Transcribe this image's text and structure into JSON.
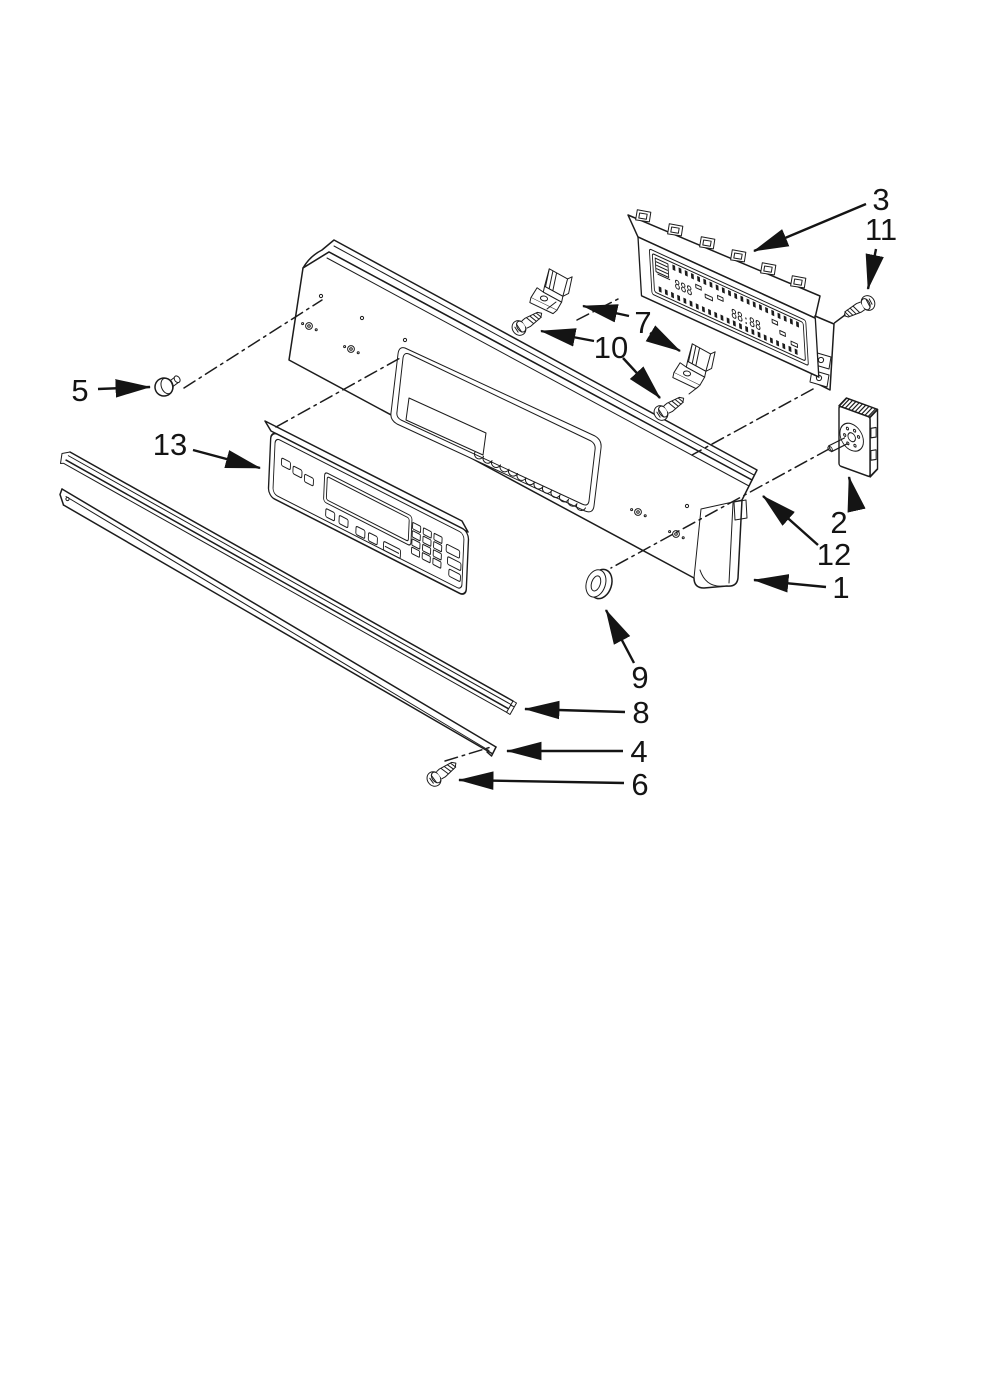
{
  "diagram": {
    "type": "exploded-parts-diagram",
    "background": "#ffffff",
    "line_color": "#1c1c1c"
  },
  "callouts": {
    "c1": {
      "number": "1"
    },
    "c2": {
      "number": "2"
    },
    "c3": {
      "number": "3"
    },
    "c4": {
      "number": "4"
    },
    "c5": {
      "number": "5"
    },
    "c6": {
      "number": "6"
    },
    "c7": {
      "number": "7"
    },
    "c8": {
      "number": "8"
    },
    "c9": {
      "number": "9"
    },
    "c10": {
      "number": "10"
    },
    "c11": {
      "number": "11"
    },
    "c12": {
      "number": "12"
    },
    "c13": {
      "number": "13"
    }
  },
  "board_display": {
    "digits_left": "888",
    "digits_right": "88:88"
  }
}
